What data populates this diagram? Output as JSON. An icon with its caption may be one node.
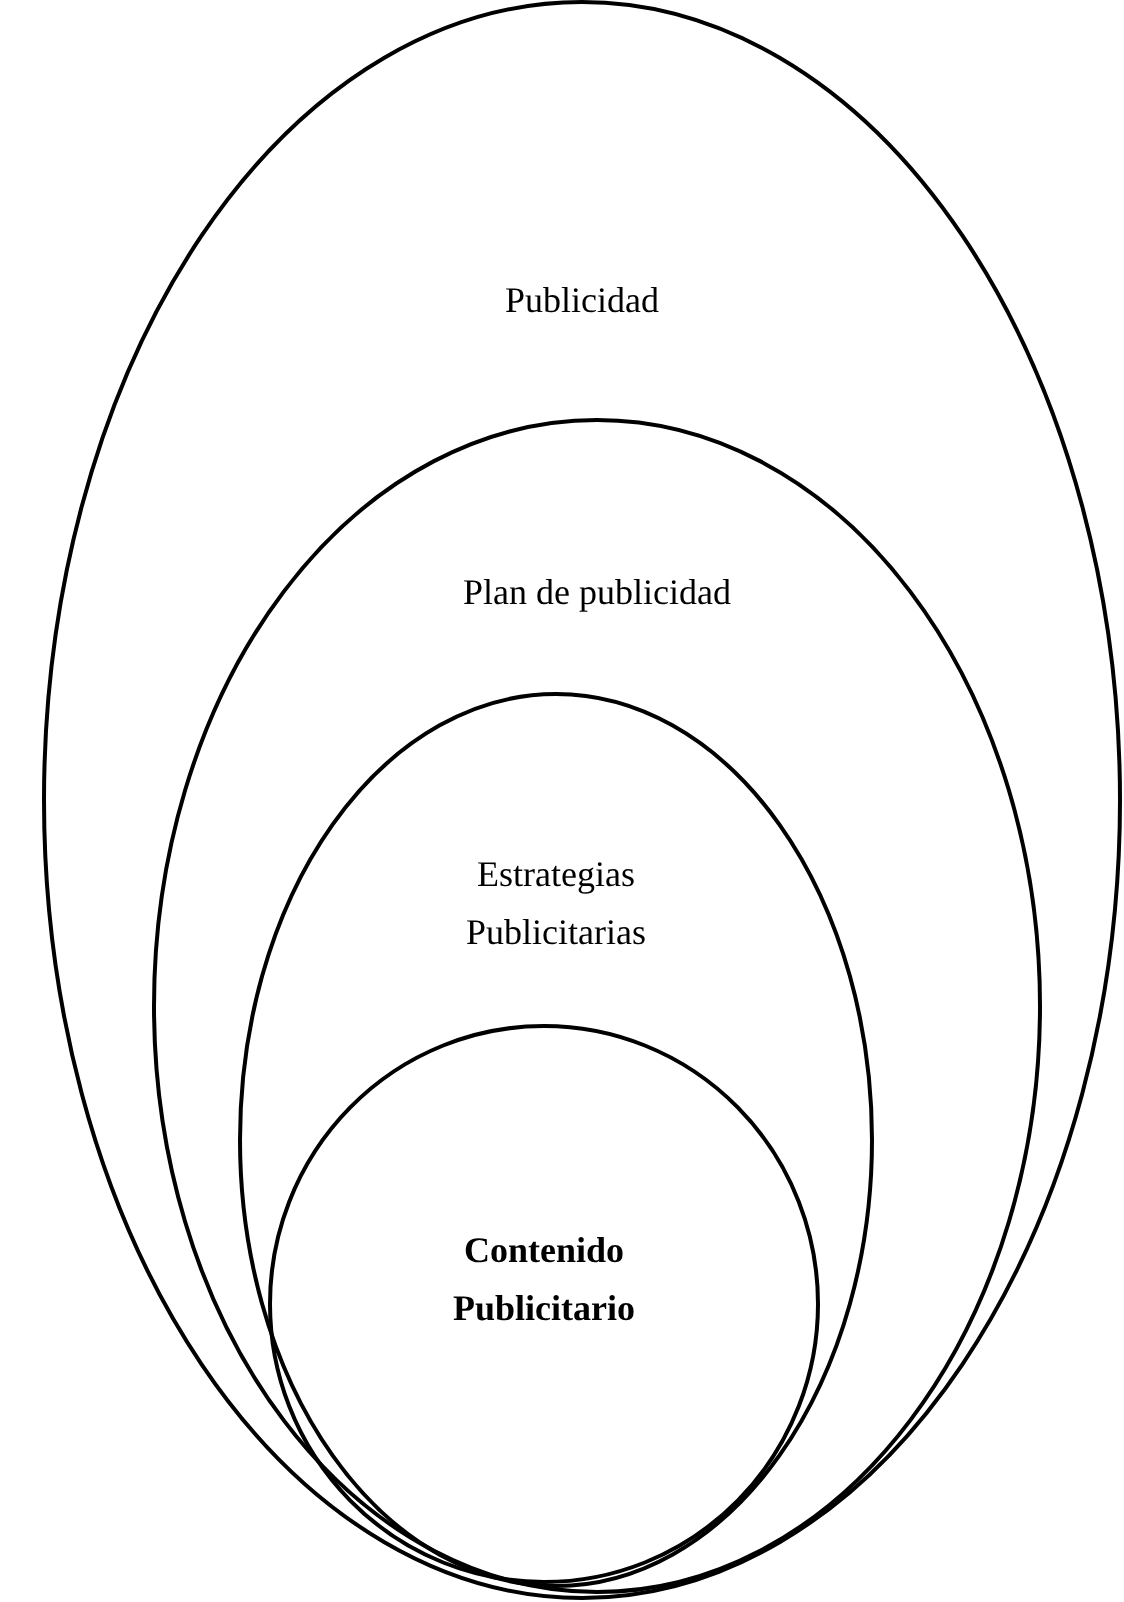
{
  "diagram": {
    "nodes": [
      {
        "text": [
          "Publicidad"
        ]
      },
      {
        "text": [
          "Plan de publicidad"
        ],
        "in": 0
      },
      {
        "text": [
          "Estrategias Publicitarias"
        ],
        "in": 1
      },
      {
        "text": [
          "Contenido Publicitario"
        ],
        "in": 2
      }
    ]
  }
}
